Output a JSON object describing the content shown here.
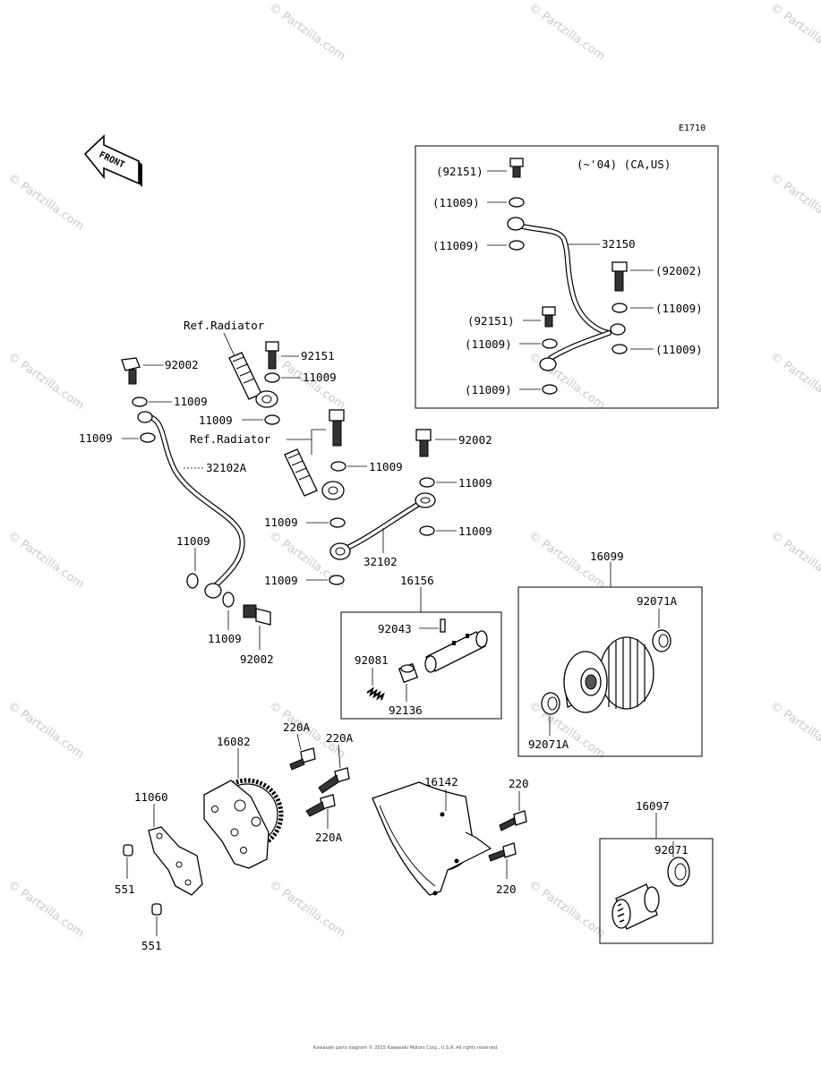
{
  "header": {
    "diagram_code": "E1710",
    "front_label": "FRONT",
    "watermark": "© Partzilla.com",
    "footer_text": "Kawasaki parts diagram © 2015 Kawasaki Motors Corp., U.S.A. All rights reserved."
  },
  "inset": {
    "note": "(~'04) (CA,US)",
    "labels": [
      "(92151)",
      "(11009)",
      "(11009)",
      "32150",
      "(92002)",
      "(11009)",
      "(92151)",
      "(11009)",
      "(11009)",
      "(11009)"
    ]
  },
  "refs": {
    "radiator_1": "Ref.Radiator",
    "radiator_2": "Ref.Radiator"
  },
  "parts": {
    "p92002_a": "92002",
    "p11009_a": "11009",
    "p11009_b": "11009",
    "p32102A": "32102A",
    "p11009_c": "11009",
    "p11009_d": "11009",
    "p92002_b": "92002",
    "p92151": "92151",
    "p11009_e": "11009",
    "p11009_f": "11009",
    "p11009_g": "11009",
    "p92002_c": "92002",
    "p11009_h": "11009",
    "p11009_i": "11009",
    "p11009_j": "11009",
    "p32102": "32102",
    "p11009_k": "11009",
    "p16156": "16156",
    "p92043": "92043",
    "p92081": "92081",
    "p92136": "92136",
    "p16099": "16099",
    "p92071A_a": "92071A",
    "p92071A_b": "92071A",
    "p16082": "16082",
    "p220A_a": "220A",
    "p220A_b": "220A",
    "p220A_c": "220A",
    "p11060": "11060",
    "p551_a": "551",
    "p551_b": "551",
    "p16142": "16142",
    "p220_a": "220",
    "p220_b": "220",
    "p16097": "16097",
    "p92071": "92071"
  }
}
